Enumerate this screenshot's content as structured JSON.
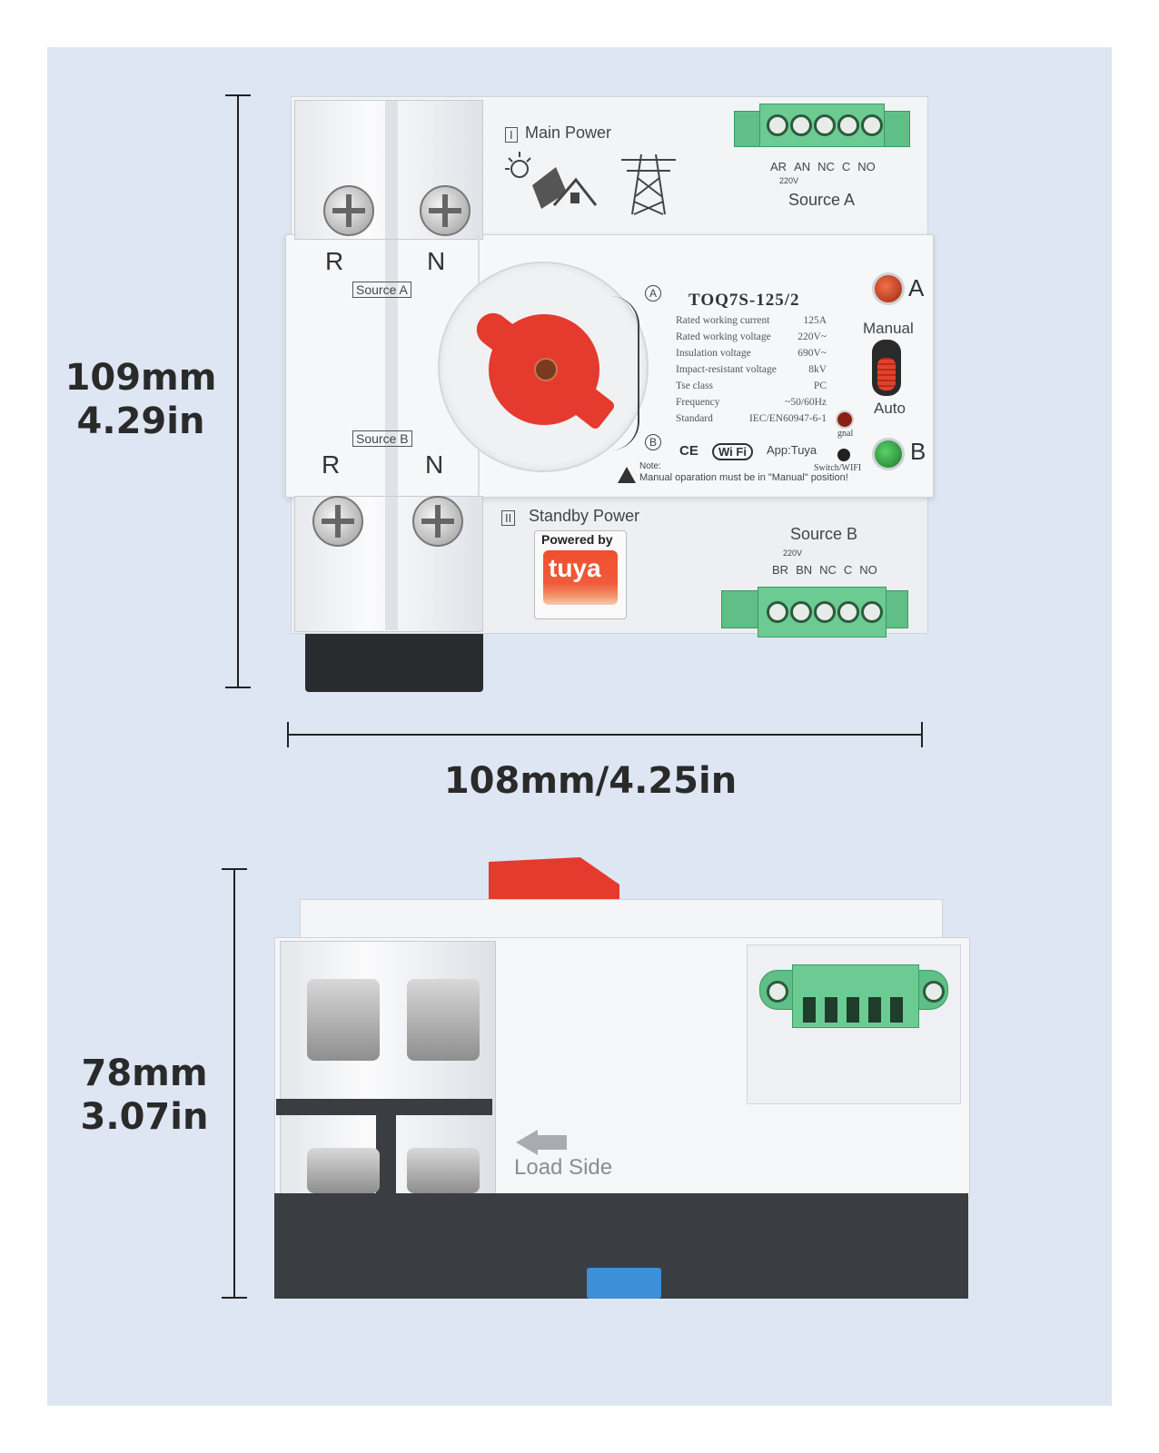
{
  "dimensions": {
    "front_height_mm": "109mm",
    "front_height_in": "4.29in",
    "front_width": "108mm/4.25in",
    "side_height_mm": "78mm",
    "side_height_in": "3.07in"
  },
  "device": {
    "main_power": "Main Power",
    "standby_power": "Standby Power",
    "section_one": "I",
    "section_two": "II",
    "source_a": "Source A",
    "source_b": "Source B",
    "terminal_r": "R",
    "terminal_n": "N",
    "terminals_a": [
      "AR",
      "AN",
      "NC",
      "C",
      "NO"
    ],
    "terminals_b": [
      "BR",
      "BN",
      "NC",
      "C",
      "NO"
    ],
    "voltage_tag": "220V",
    "model": "TOQ7S-125/2",
    "specs": [
      {
        "label": "Rated working current",
        "value": "125A"
      },
      {
        "label": "Rated working voltage",
        "value": "220V~"
      },
      {
        "label": "Insulation voltage",
        "value": "690V~"
      },
      {
        "label": "Impact-resistant voltage",
        "value": "8kV"
      },
      {
        "label": "Tse class",
        "value": "PC"
      },
      {
        "label": "Frequency",
        "value": "~50/60Hz"
      },
      {
        "label": "Standard",
        "value": "IEC/EN60947-6-1"
      }
    ],
    "position_a": "A",
    "position_b": "B",
    "led_a": "A",
    "led_b": "B",
    "manual": "Manual",
    "auto": "Auto",
    "signal": "gnal",
    "ce_mark": "CE",
    "wifi_mark": "Wi Fi",
    "app": "App:Tuya",
    "switch_wifi": "Switch/WIFI",
    "note_title": "Note:",
    "note_text": "Manual oparation must be in \"Manual\" position!",
    "powered_by": "Powered by",
    "brand": "tuya",
    "load_side": "Load Side"
  },
  "colors": {
    "background": "#dde6f2",
    "handle_red": "#e53a2e",
    "terminal_green": "#5fbf86",
    "base_dark": "#3a3d42",
    "din_clip_blue": "#3d8fd8"
  }
}
